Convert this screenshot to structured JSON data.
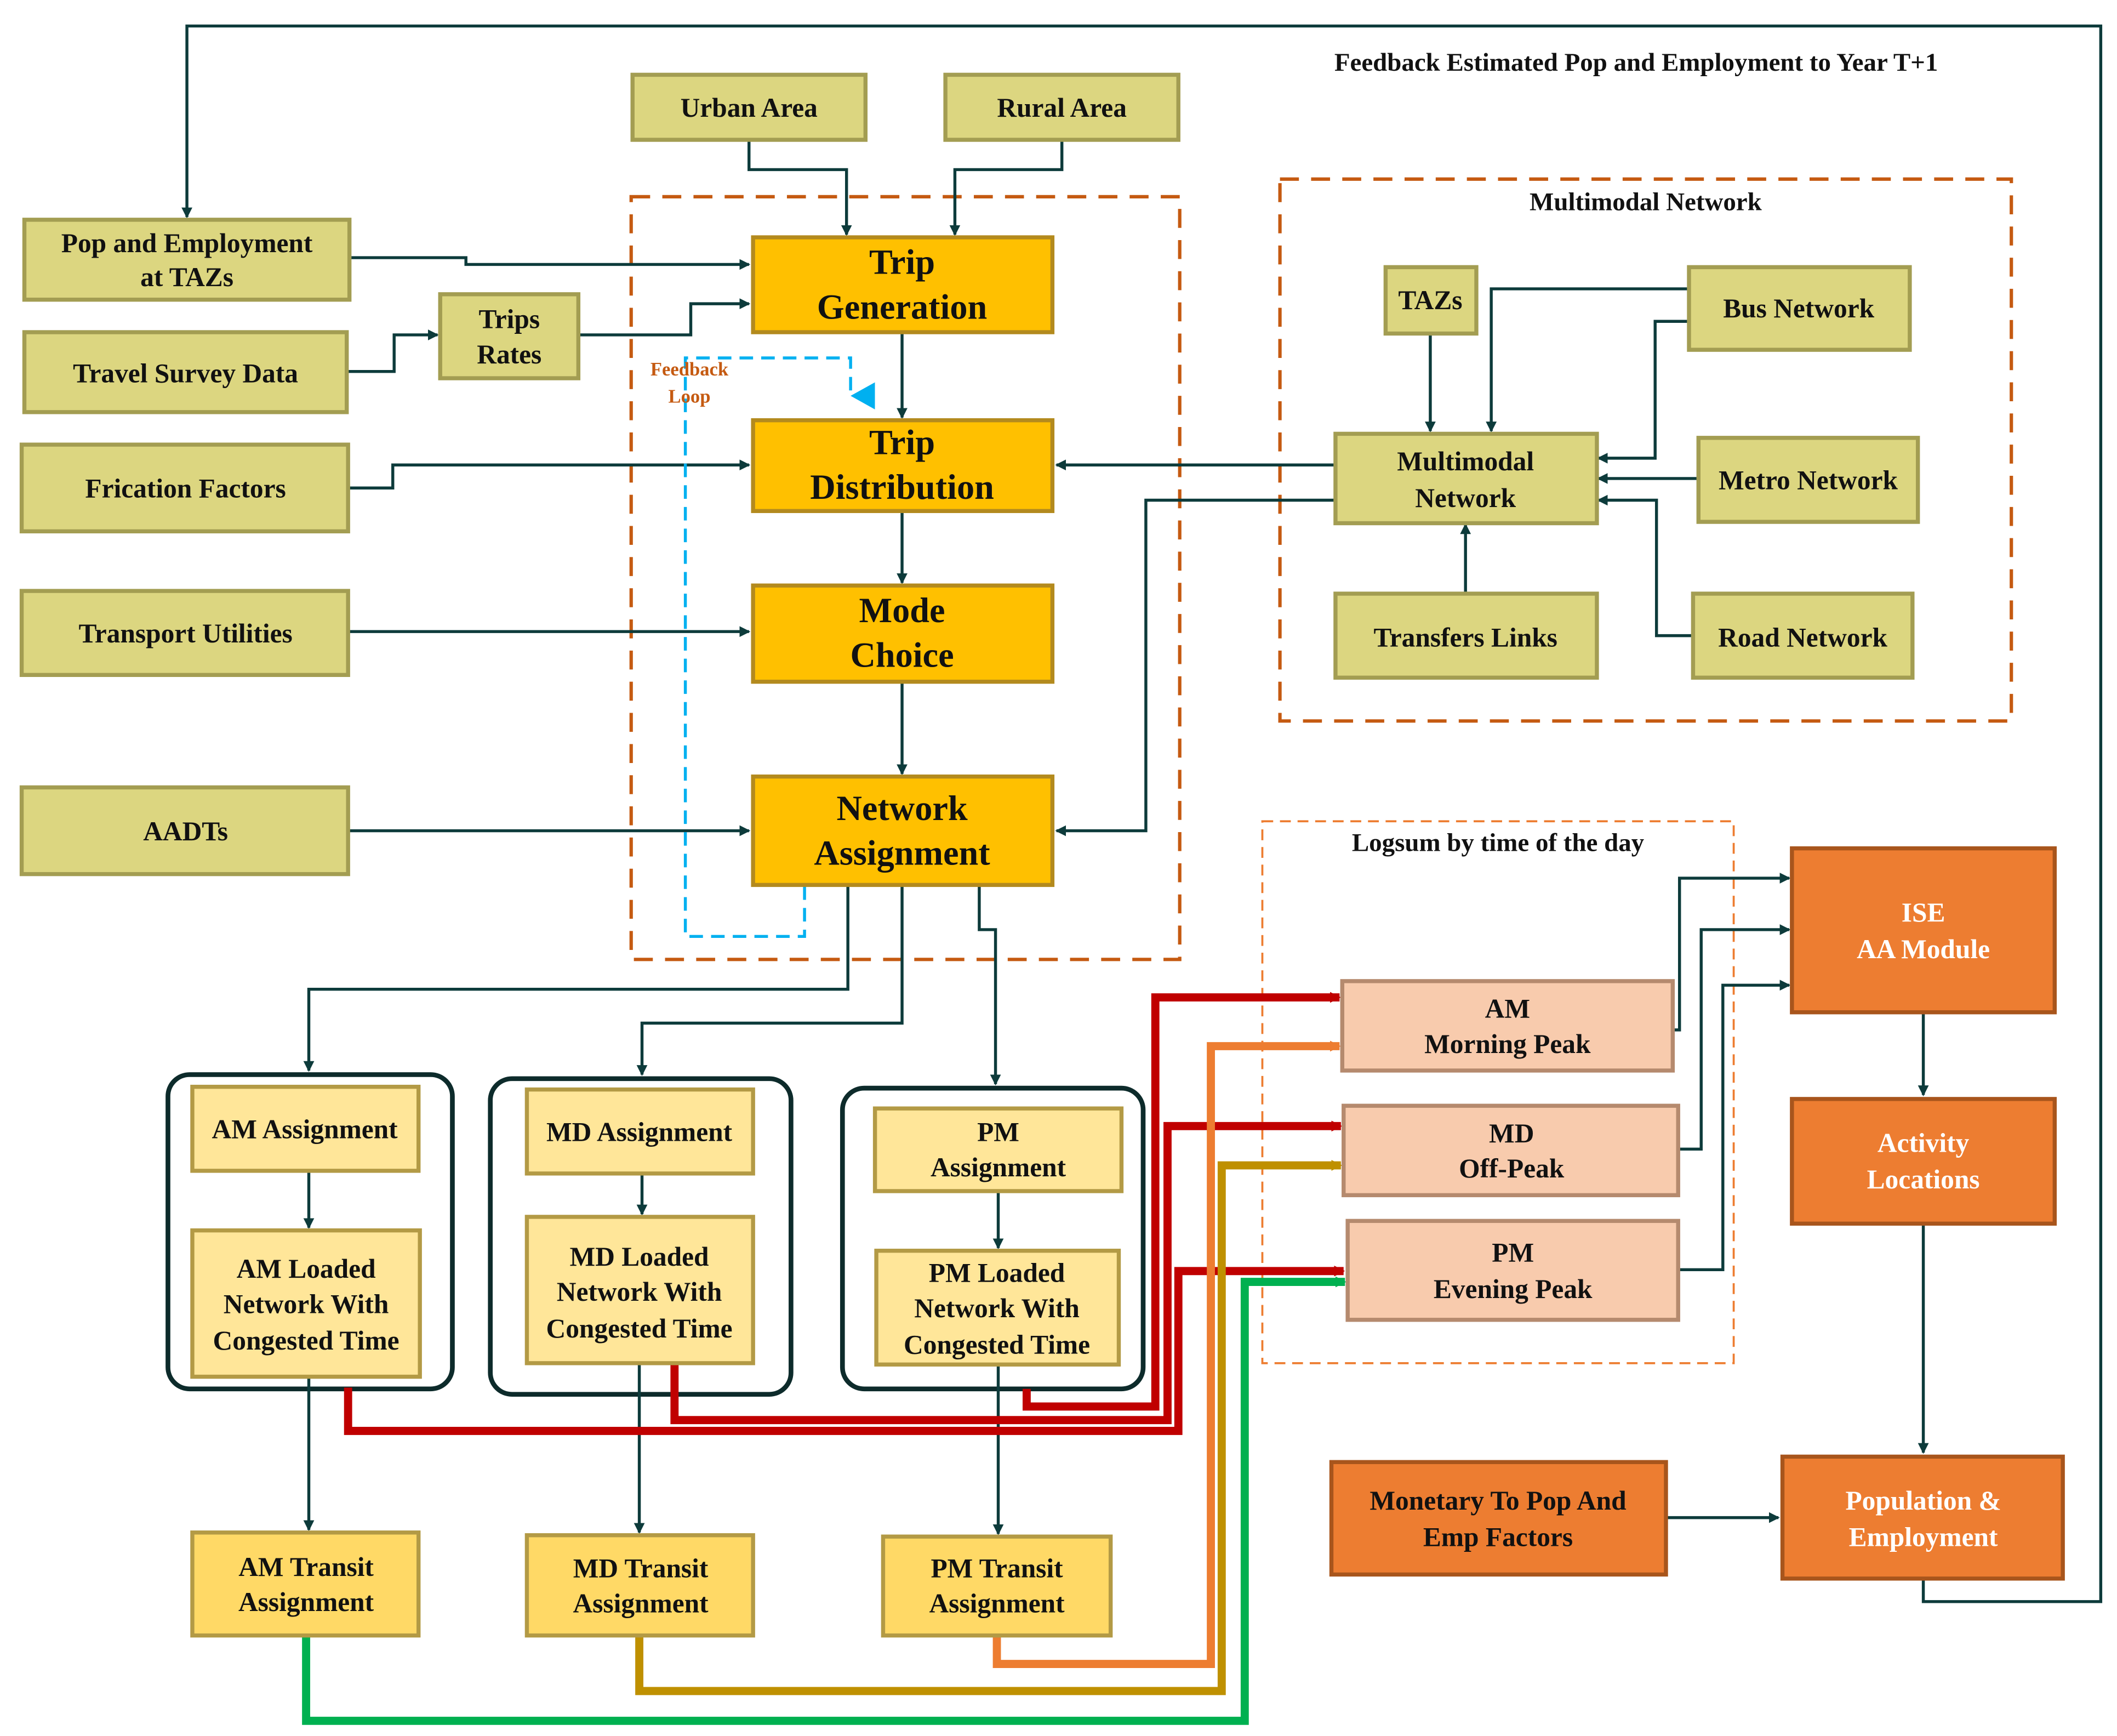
{
  "title": "Feedback Estimated Pop and Employment to Year T+1",
  "colors": {
    "olive": "#dcd680",
    "gold": "#ffc000",
    "light_yellow": "#ffe699",
    "transit_yellow": "#ffd966",
    "peach": "#f8cbad",
    "orange": "#ed7d31",
    "connector": "#0d3b3b",
    "am_line": "#c00000",
    "pm_transit_line": "#ed7d31",
    "md_transit_line": "#bf9000",
    "am_transit_line": "#00b050",
    "feedback_loop": "#00b0f0",
    "core_frame": "#c55a11"
  },
  "inputs": {
    "urban_area": "Urban Area",
    "rural_area": "Rural Area",
    "pop_employment": [
      "Pop and Employment",
      "at TAZs"
    ],
    "travel_survey": "Travel Survey Data",
    "trips_rates": [
      "Trips",
      "Rates"
    ],
    "frication_factors": "Frication Factors",
    "transport_utilities": "Transport Utilities",
    "aadts": "AADTs"
  },
  "core_model": {
    "trip_generation": [
      "Trip",
      "Generation"
    ],
    "trip_distribution": [
      "Trip",
      "Distribution"
    ],
    "mode_choice": [
      "Mode",
      "Choice"
    ],
    "network_assignment": [
      "Network",
      "Assignment"
    ],
    "feedback_loop": [
      "Feedback",
      "Loop"
    ]
  },
  "multimodal": {
    "group_label": "Multimodal Network",
    "tazs": "TAZs",
    "bus_network": "Bus  Network",
    "multimodal_network": [
      "Multimodal",
      "Network"
    ],
    "metro_network": "Metro  Network",
    "transfers_links": "Transfers Links",
    "road_network": "Road Network"
  },
  "assignments": {
    "am": "AM Assignment",
    "md": "MD Assignment",
    "pm": [
      "PM",
      "Assignment"
    ],
    "am_loaded": [
      "AM  Loaded",
      "Network  With",
      "Congested Time"
    ],
    "md_loaded": [
      "MD Loaded",
      "Network With",
      "Congested Time"
    ],
    "pm_loaded": [
      "PM Loaded",
      "Network  With",
      "Congested Time"
    ],
    "am_transit": [
      "AM  Transit",
      "Assignment"
    ],
    "md_transit": [
      "MD  Transit",
      "Assignment"
    ],
    "pm_transit": [
      "PM  Transit",
      "Assignment"
    ]
  },
  "logsum": {
    "group_label": "Logsum by time of the day",
    "am_peak": [
      "AM",
      "Morning Peak"
    ],
    "md_peak": [
      "MD",
      "Off-Peak"
    ],
    "pm_peak": [
      "PM",
      "Evening Peak"
    ]
  },
  "land_use": {
    "ise_module": [
      "ISE",
      "AA Module"
    ],
    "activity_locations": [
      "Activity",
      "Locations"
    ],
    "population_employment": [
      "Population &",
      "Employment"
    ],
    "monetary_factors": [
      "Monetary To Pop And",
      "Emp Factors"
    ]
  }
}
